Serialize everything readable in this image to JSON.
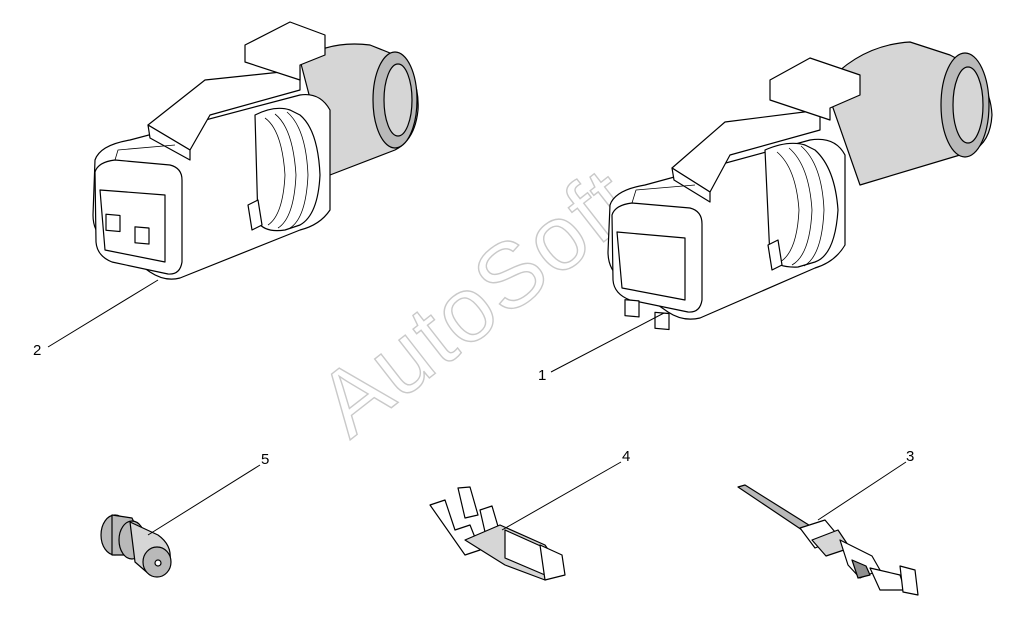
{
  "watermark": "AutoSoft",
  "callouts": {
    "c1": "1",
    "c2": "2",
    "c3": "3",
    "c4": "4",
    "c5": "5"
  },
  "parts": [
    {
      "callout": "1",
      "part": "connector-housing-right"
    },
    {
      "callout": "2",
      "part": "connector-housing-left"
    },
    {
      "callout": "3",
      "part": "terminal-with-wire"
    },
    {
      "callout": "4",
      "part": "terminal"
    },
    {
      "callout": "5",
      "part": "wire-seal"
    }
  ]
}
